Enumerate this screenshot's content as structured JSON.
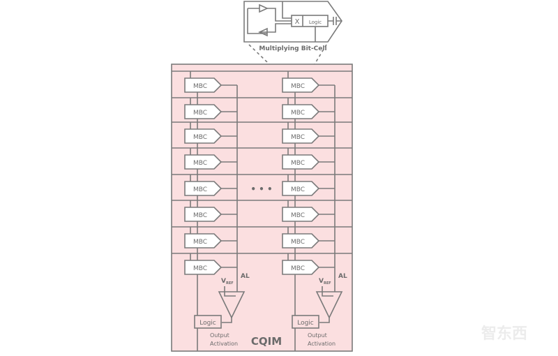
{
  "inset": {
    "title": "Multiplying Bit-Cell",
    "multiply_symbol": "X",
    "logic_label": "Logic"
  },
  "array": {
    "cell_label": "MBC",
    "rows": 8,
    "ellipsis": "• • •",
    "vref_label": "V",
    "vref_sub": "REF",
    "al_label": "AL",
    "logic_label": "Logic",
    "output_line1": "Output",
    "output_line2": "Activation",
    "block_label": "CQIM"
  },
  "watermark": "智东西",
  "colors": {
    "fill": "#fbdfe0",
    "line": "#7a7a7a",
    "text": "#6b6b6b"
  }
}
